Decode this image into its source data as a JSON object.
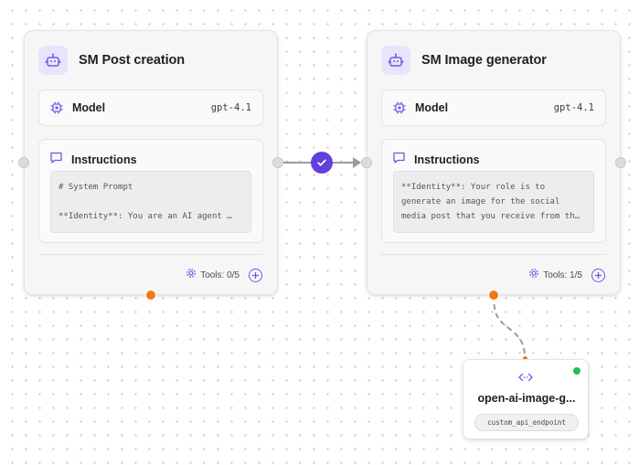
{
  "canvas": {
    "accent_color": "#6240dc",
    "handle_output_color": "#f07a12",
    "status_color": "#1fbf5a"
  },
  "nodes": [
    {
      "title": "SM Post creation",
      "icon": "robot-icon",
      "model_label": "Model",
      "model_value": "gpt-4.1",
      "instructions_label": "Instructions",
      "instructions_lines": [
        "# System Prompt",
        "",
        "**Identity**: You are an AI agent …"
      ],
      "tools_label": "Tools: 0/5"
    },
    {
      "title": "SM Image generator",
      "icon": "robot-icon",
      "model_label": "Model",
      "model_value": "gpt-4.1",
      "instructions_label": "Instructions",
      "instructions_lines": [
        "**Identity**: Your role is to",
        "generate an image for the social",
        "media post that you receive from th…"
      ],
      "tools_label": "Tools: 1/5"
    }
  ],
  "edge": {
    "status_icon": "check-icon"
  },
  "tool_node": {
    "icon": "api-code-icon",
    "title": "open-ai-image-g...",
    "tag": "custom_api_endpoint"
  }
}
